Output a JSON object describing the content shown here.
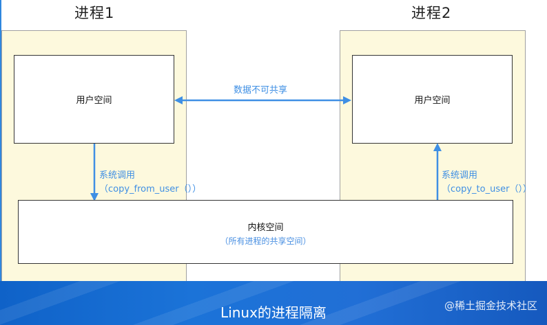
{
  "processes": [
    {
      "title": "进程1",
      "user_space": "用户空间"
    },
    {
      "title": "进程2",
      "user_space": "用户空间"
    }
  ],
  "shared_arrow_label": "数据不可共享",
  "left_syscall": {
    "line1": "系统调用",
    "line2": "（copy_from_user（））"
  },
  "right_syscall": {
    "line1": "系统调用",
    "line2": "（copy_to_user（））"
  },
  "kernel": {
    "title": "内核空间",
    "subtitle": "（所有进程的共享空间）"
  },
  "caption": "Linux的进程隔离",
  "source_mark": "@稀土掘金技术社区",
  "colors": {
    "arrow": "#3f8fe4",
    "process_fill": "#fdf9dd",
    "caption_bar": "#1b73d8"
  }
}
